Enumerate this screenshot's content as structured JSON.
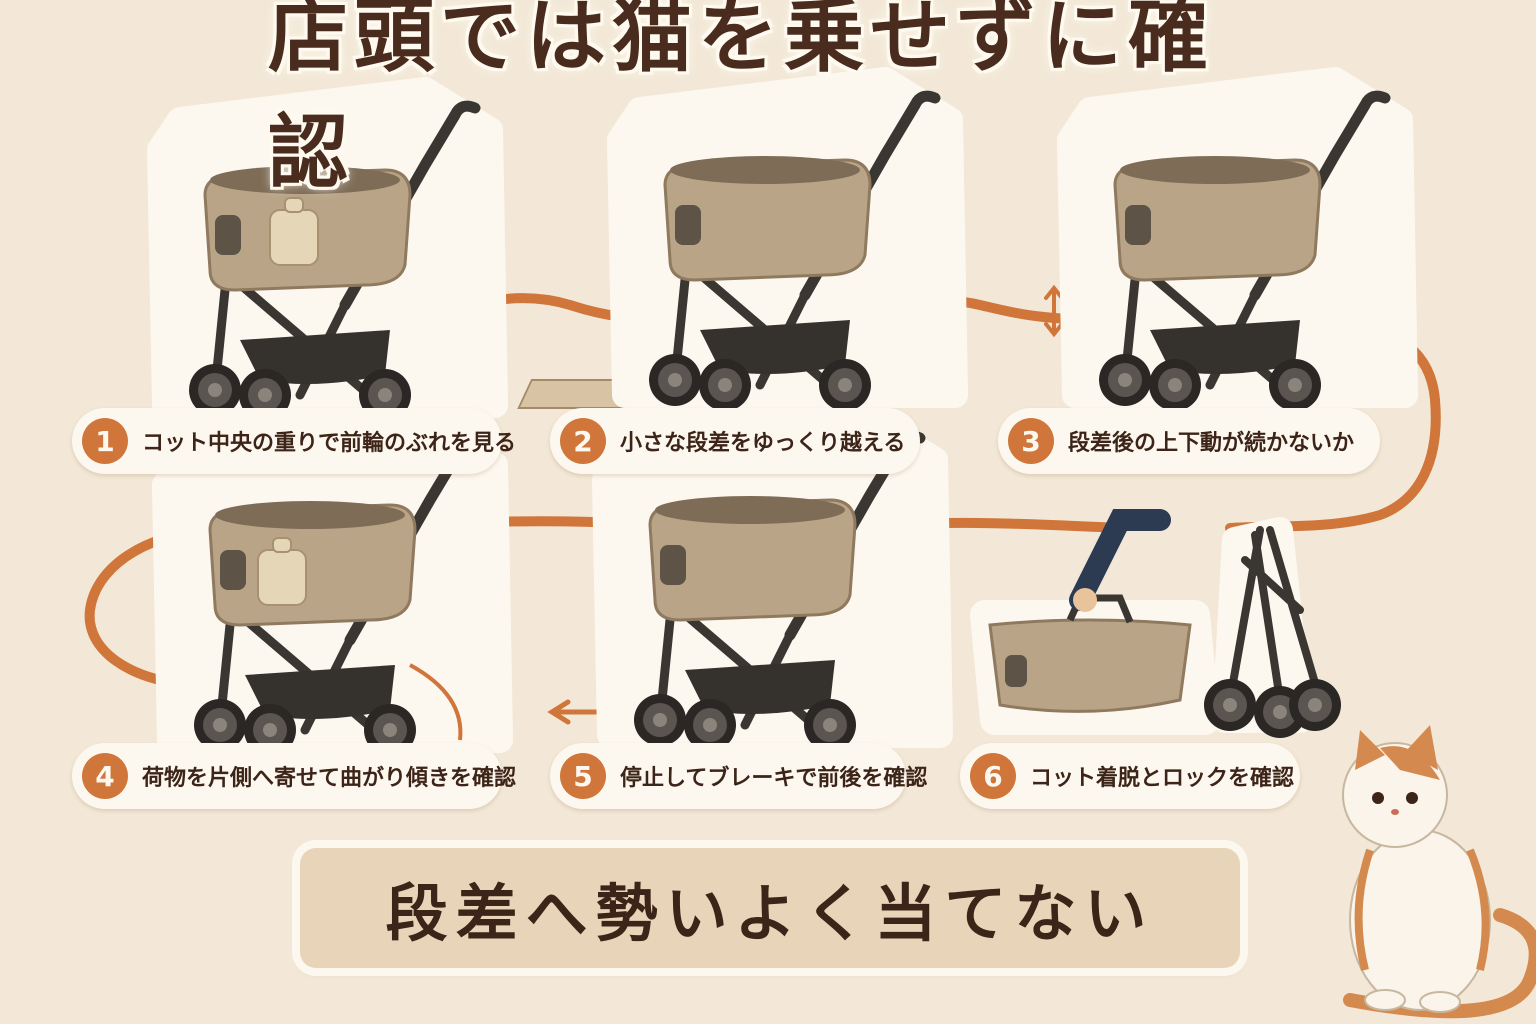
{
  "title": "店頭では猫を乗せずに確認",
  "steps": [
    {
      "number": "1",
      "text": "コット中央の重りで前輪のぶれを見る"
    },
    {
      "number": "2",
      "text": "小さな段差をゆっくり越える"
    },
    {
      "number": "3",
      "text": "段差後の上下動が続かないか"
    },
    {
      "number": "4",
      "text": "荷物を片側へ寄せて曲がり傾きを確認"
    },
    {
      "number": "5",
      "text": "停止してブレーキで前後を確認"
    },
    {
      "number": "6",
      "text": "コット着脱とロックを確認"
    }
  ],
  "warning": "段差へ勢いよく当てない",
  "colors": {
    "background": "#f3e8d7",
    "accent": "#d0763b",
    "text": "#3d2418",
    "cot": "#b9a488",
    "frame": "#3a3631"
  }
}
